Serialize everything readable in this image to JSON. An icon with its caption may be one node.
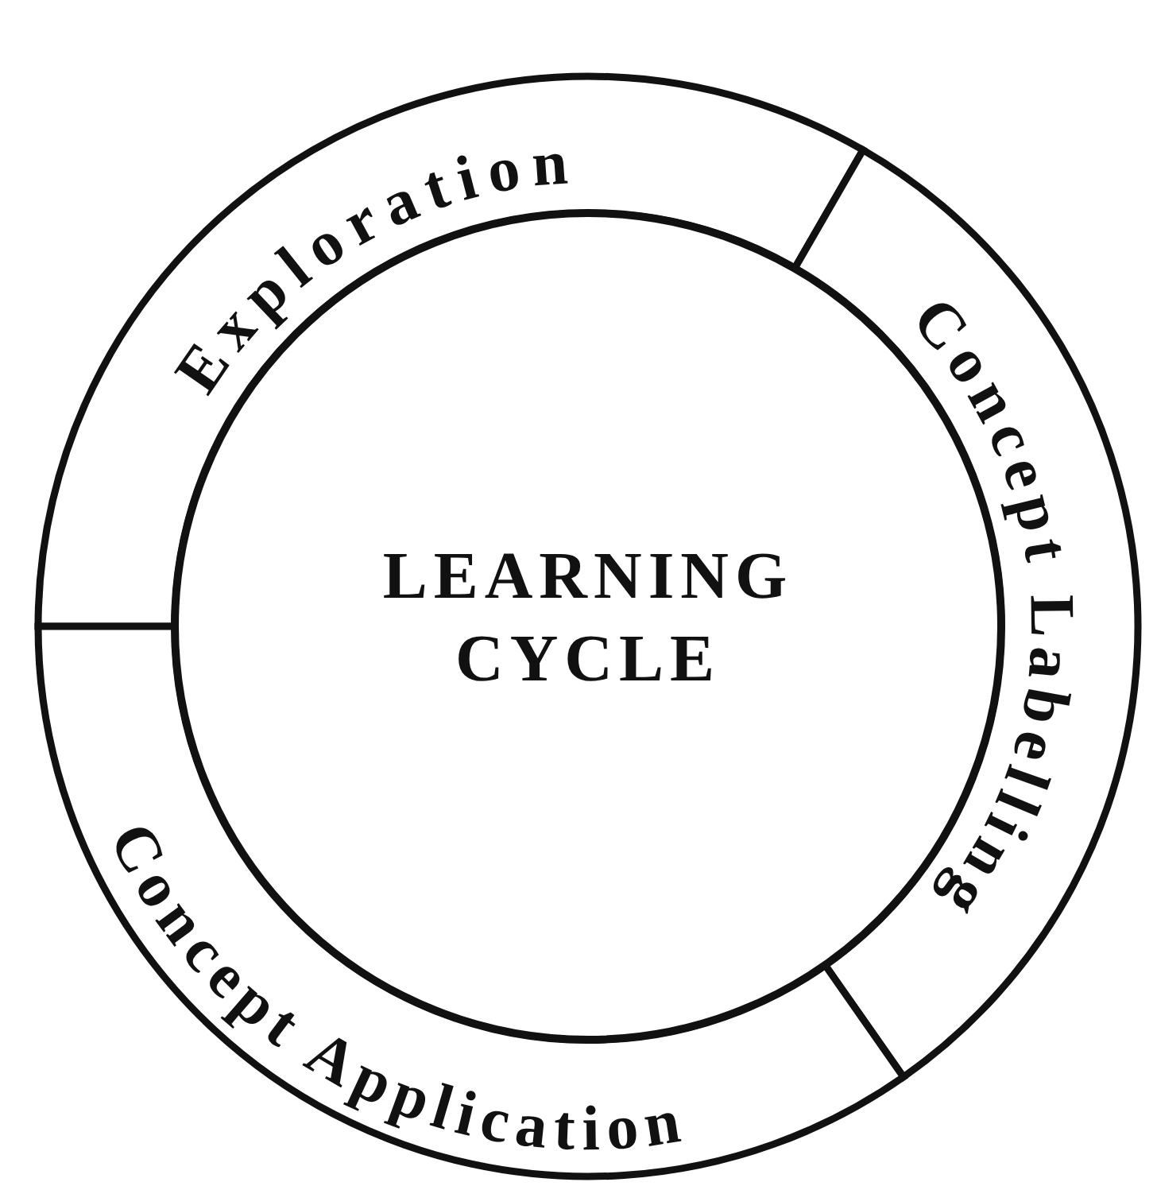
{
  "diagram": {
    "nodes": [
      {
        "text": [
          "Exploration"
        ]
      },
      {
        "text": [
          "Concept Labelling"
        ]
      },
      {
        "text": [
          "Concept Application"
        ]
      },
      {
        "text": [
          "LEARNING CYCLE"
        ]
      }
    ]
  }
}
